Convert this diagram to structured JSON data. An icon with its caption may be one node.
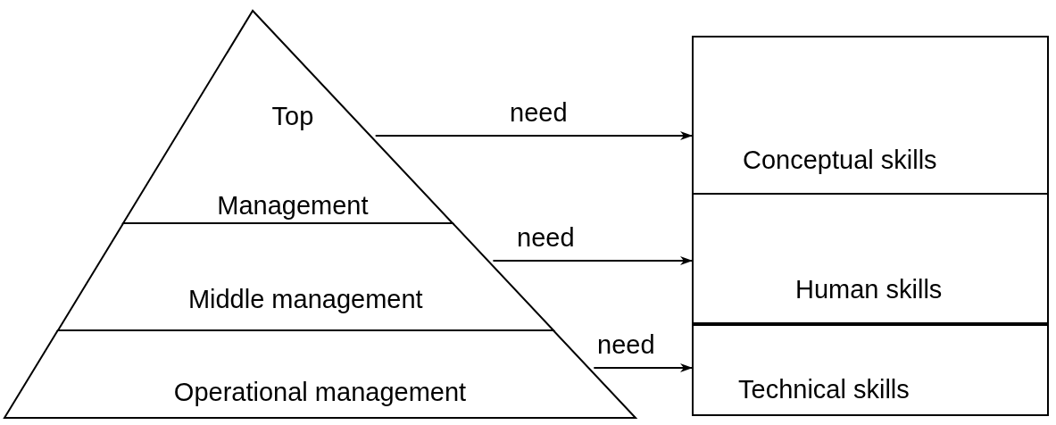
{
  "diagram": {
    "nodes": [
      {
        "text": [
          "Top Management"
        ]
      },
      {
        "text": [
          "Middle management"
        ]
      },
      {
        "text": [
          "Operational management"
        ]
      },
      {
        "text": [
          "Conceptual skills"
        ]
      },
      {
        "text": [
          "Human skills"
        ]
      },
      {
        "text": [
          "Technical skills"
        ]
      }
    ],
    "edges": [
      {
        "from": 0,
        "to": 3,
        "arrow": "to",
        "label": "need"
      },
      {
        "from": 1,
        "to": 4,
        "arrow": "to",
        "label": "need"
      },
      {
        "from": 2,
        "to": 5,
        "arrow": "to",
        "label": "need"
      }
    ]
  }
}
